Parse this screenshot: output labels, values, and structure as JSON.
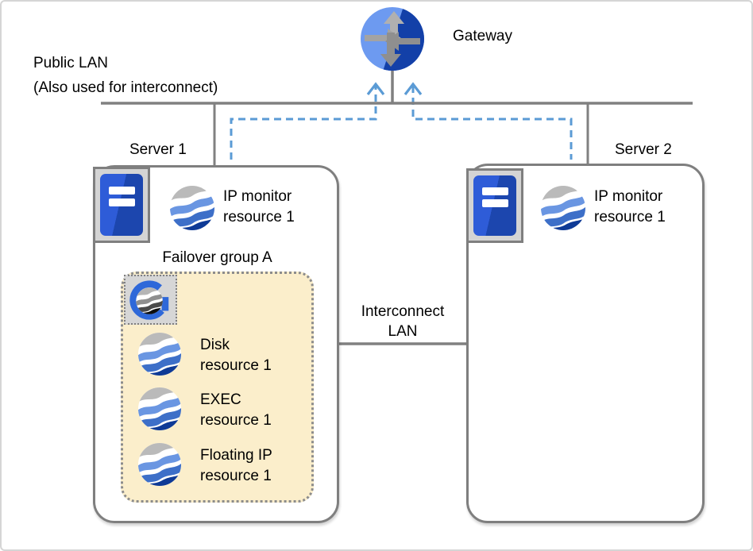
{
  "labels": {
    "public_lan_line1": "Public LAN",
    "public_lan_line2": "(Also used for interconnect)",
    "gateway": "Gateway",
    "server1": "Server 1",
    "server2": "Server 2",
    "failover_group": "Failover group A",
    "interconnect_line1": "Interconnect",
    "interconnect_line2": "LAN"
  },
  "server1": {
    "monitor_resource": {
      "line1": "IP monitor",
      "line2": "resource 1"
    },
    "group_resources": [
      {
        "line1": "Disk",
        "line2": "resource 1"
      },
      {
        "line1": "EXEC",
        "line2": "resource 1"
      },
      {
        "line1": "Floating IP",
        "line2": "resource 1"
      }
    ]
  },
  "server2": {
    "monitor_resource": {
      "line1": "IP monitor",
      "line2": "resource 1"
    }
  },
  "icons": {
    "gateway": "router-gateway-icon",
    "server": "server-unit-icon",
    "resource": "wave-globe-resource-icon",
    "cluster_group": "cluster-g-logo-icon"
  },
  "colors": {
    "line_gray": "#808080",
    "dashed_blue": "#5b9bd5",
    "group_fill": "#fbeecb",
    "gateway_light_blue": "#6d9af0",
    "gateway_dark_blue": "#1340a8",
    "server_blue": "#2e5cd8",
    "wave_gray": "#bababa",
    "wave_blue_light": "#6a96e2",
    "wave_blue_mid": "#3d6fc8",
    "wave_navy": "#0e3a96",
    "g_logo_blue": "#2e68d9"
  }
}
